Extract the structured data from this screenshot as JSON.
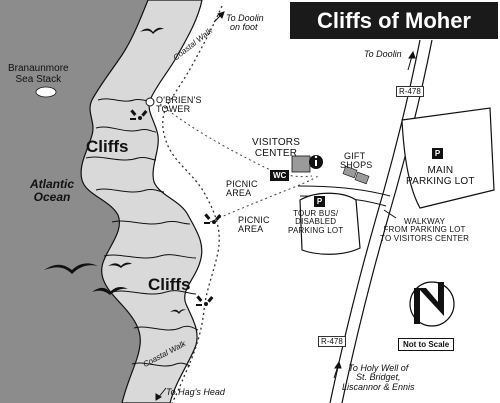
{
  "title": "Cliffs of Moher",
  "labels": {
    "doolin_on_foot": [
      "To Doolin",
      "on foot"
    ],
    "coastal_walk_top": "Coastal Walk",
    "coastal_walk_bottom": "Coastal Walk",
    "to_doolin": "To Doolin",
    "sea_stack": [
      "Branaunmore",
      "Sea Stack"
    ],
    "obriens_tower": [
      "O'BRIEN'S",
      "TOWER"
    ],
    "cliffs_top": "Cliffs",
    "cliffs_bottom": "Cliffs",
    "atlantic_ocean": [
      "Atlantic",
      "Ocean"
    ],
    "visitors_center": [
      "VISITORS",
      "CENTER"
    ],
    "gift_shops": [
      "GIFT",
      "SHOPS"
    ],
    "wc": "WC",
    "picnic_area_1": [
      "PICNIC",
      "AREA"
    ],
    "picnic_area_2": [
      "PICNIC",
      "AREA"
    ],
    "tour_bus": [
      "TOUR BUS/",
      "DISABLED",
      "PARKING LOT"
    ],
    "main_parking": [
      "MAIN",
      "PARKING LOT"
    ],
    "walkway": [
      "WALKWAY",
      "FROM PARKING LOT",
      "TO VISITORS CENTER"
    ],
    "p_symbol": "P",
    "road_top": "R-478",
    "road_bottom": "R-478",
    "not_to_scale": "Not to Scale",
    "to_hags_head": "To Hag's Head",
    "holy_well": [
      "To Holy Well of",
      "St. Bridget,",
      "Liscannor & Ennis"
    ]
  },
  "colors": {
    "sea": "#8c8c8c",
    "land": "#ffffff",
    "ink": "#111111",
    "cliff_shade": "#d9d9d9"
  },
  "icons": [
    "compass-north-icon",
    "info-icon",
    "viewpoint-icon",
    "bird-icon",
    "sea-stack-icon",
    "parking-icon"
  ]
}
